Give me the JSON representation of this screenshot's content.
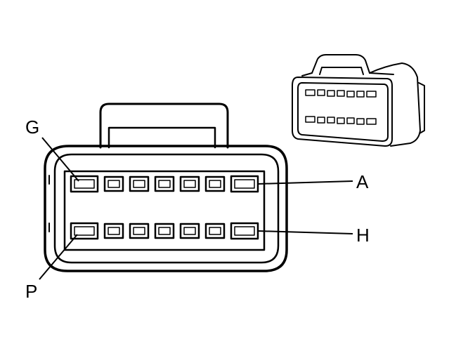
{
  "diagram": {
    "labels": {
      "top_left": "G",
      "bottom_left": "P",
      "top_right": "A",
      "bottom_right": "H"
    },
    "front_view": {
      "top_row_cavities": 7,
      "bottom_row_cavities": 7
    },
    "isometric_view": {
      "top_row_cavities": 7,
      "bottom_row_cavities": 7
    },
    "colors": {
      "line": "#000000",
      "background": "#ffffff"
    }
  }
}
